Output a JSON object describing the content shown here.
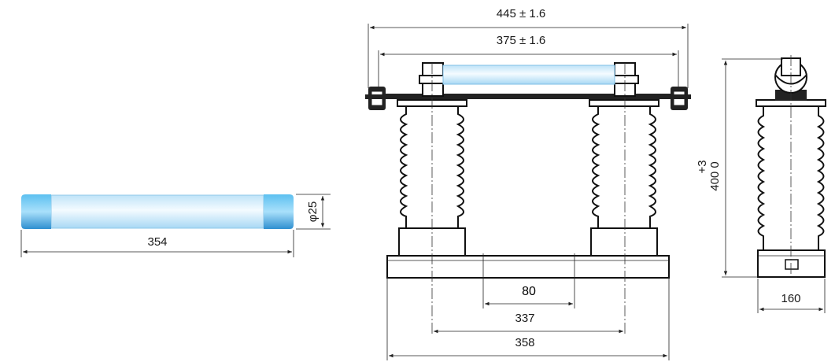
{
  "dimensions": {
    "fuse_length": "354",
    "fuse_diameter": "φ25",
    "overall_width": "445 ± 1.6",
    "contact_span": "375 ± 1.6",
    "base_inner": "80",
    "mount_span": "337",
    "base_width": "358",
    "height_tolerance": "+3",
    "height_value": "400 0",
    "side_width": "160"
  },
  "colors": {
    "tube_blue": "#3aa6e0",
    "tube_light": "#e6f4fc",
    "line": "#111111"
  }
}
